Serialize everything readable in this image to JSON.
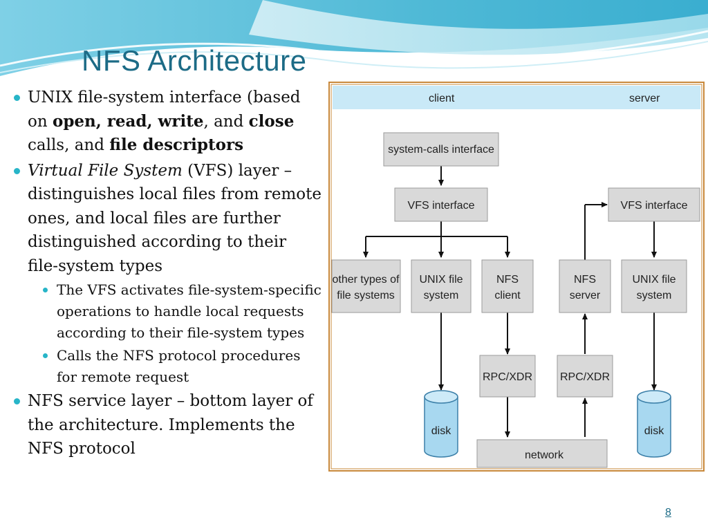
{
  "title": "NFS Architecture",
  "bullets": {
    "b1": {
      "part1": "UNIX file-system interface (based on ",
      "open": "open",
      "comma1": ", ",
      "read": "read",
      "comma2": ", ",
      "write": "write",
      "and1": ", and ",
      "close": "close",
      "calls": " calls, and ",
      "fd": "file descriptors"
    },
    "b2": {
      "vfs": "Virtual File System",
      "rest": " (VFS) layer – distinguishes local files from remote ones, and local files are further distinguished according to their file-system types"
    },
    "sub1": "The VFS activates file-system-specific operations to handle local requests according to their file-system types",
    "sub2": "Calls the NFS protocol procedures for remote request",
    "b3": "NFS service layer – bottom layer of the architecture. Implements the NFS protocol"
  },
  "diagram": {
    "client": "client",
    "server": "server",
    "syscalls": "system-calls interface",
    "vfs_client": "VFS interface",
    "vfs_server": "VFS interface",
    "other_types_l1": "other types of",
    "other_types_l2": "file systems",
    "unix_client_l1": "UNIX file",
    "unix_client_l2": "system",
    "nfs_client_l1": "NFS",
    "nfs_client_l2": "client",
    "nfs_server_l1": "NFS",
    "nfs_server_l2": "server",
    "unix_server_l1": "UNIX file",
    "unix_server_l2": "system",
    "rpc_client": "RPC/XDR",
    "rpc_server": "RPC/XDR",
    "disk_client": "disk",
    "disk_server": "disk",
    "network": "network"
  },
  "page_number": "8",
  "colors": {
    "title": "#1c6b86",
    "bullet": "#27b5c8",
    "figure_border": "#c8883a",
    "header_band": "#c9e9f7",
    "box": "#d9d9d9",
    "disk": "#a8d8f0"
  }
}
